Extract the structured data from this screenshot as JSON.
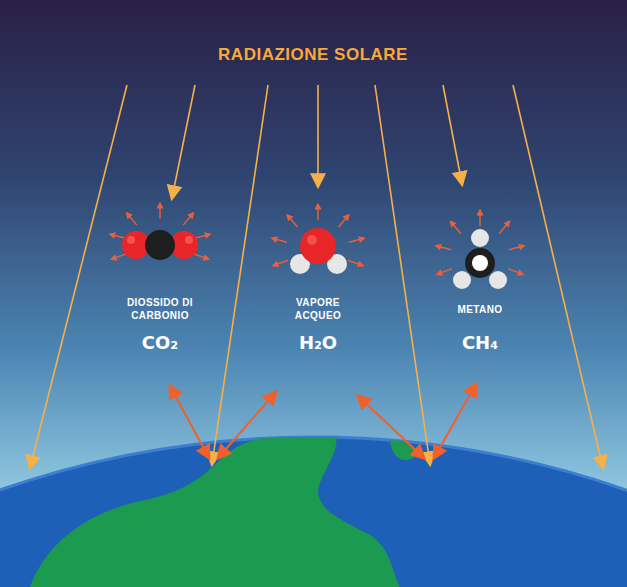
{
  "diagram": {
    "title": "RADIAZIONE SOLARE",
    "labels": [
      "DIOSSIDO DI CARBONIO",
      "CO₂",
      "VAPORE ACQUEO",
      "H₂O",
      "METANO",
      "CH₄"
    ]
  }
}
